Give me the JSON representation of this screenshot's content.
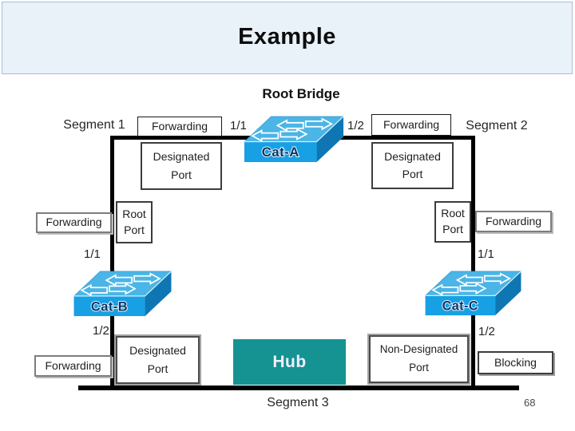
{
  "slide": {
    "title": "Example",
    "page_number": "68"
  },
  "colors": {
    "header_bg": "#e9f1f9",
    "hub": "#159292",
    "switch_top": "#4ab5e6",
    "switch_front": "#17a0e4",
    "switch_side": "#0f76b4",
    "line": "#000000"
  },
  "diagram": {
    "root_bridge_label": "Root Bridge",
    "segments": {
      "s1": "Segment 1",
      "s2": "Segment 2",
      "s3": "Segment 3"
    },
    "switches": {
      "a": "Cat-A",
      "b": "Cat-B",
      "c": "Cat-C"
    },
    "hub": {
      "label": "Hub"
    },
    "port_ids": {
      "a_left": "1/1",
      "a_right": "1/2",
      "b_up": "1/1",
      "b_down": "1/2",
      "c_up": "1/1",
      "c_down": "1/2"
    },
    "port_states": {
      "seg1": "Forwarding",
      "seg2": "Forwarding",
      "b_up": "Forwarding",
      "c_up": "Forwarding",
      "b_down": "Forwarding",
      "c_down": "Blocking"
    },
    "port_roles": {
      "a_left": {
        "line1": "Designated",
        "line2": "Port"
      },
      "a_right": {
        "line1": "Designated",
        "line2": "Port"
      },
      "b_up": {
        "line1": "Root",
        "line2": "Port"
      },
      "c_up": {
        "line1": "Root",
        "line2": "Port"
      },
      "b_down": {
        "line1": "Designated",
        "line2": "Port"
      },
      "c_down": {
        "line1": "Non-Designated",
        "line2": "Port"
      }
    }
  }
}
